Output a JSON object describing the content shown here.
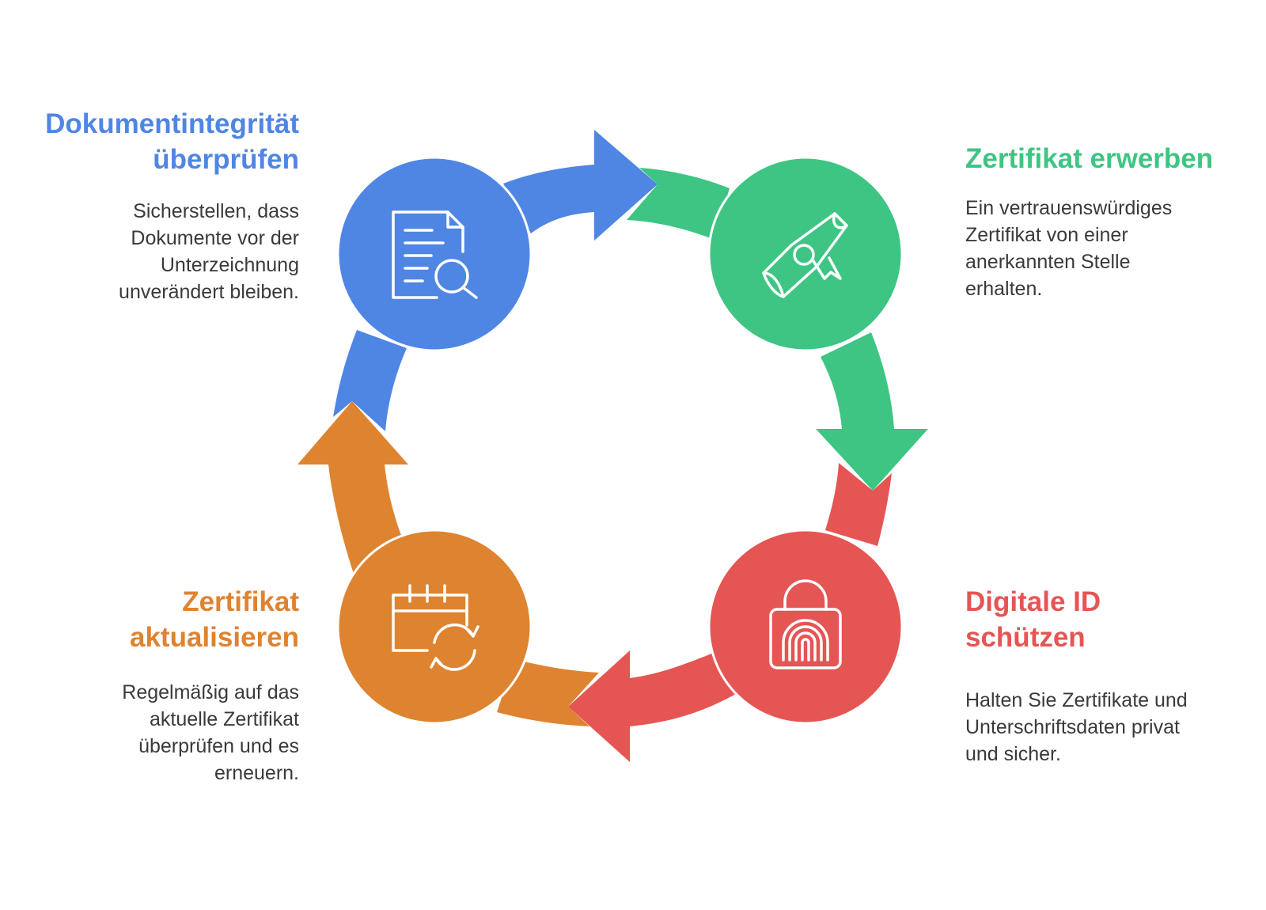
{
  "colors": {
    "blue": "#4F86E3",
    "green": "#3EC583",
    "red": "#E55553",
    "orange": "#DE8330",
    "description_text": "#3a3a3a"
  },
  "steps": [
    {
      "id": "document-integrity",
      "title": "Dokumentintegrität überprüfen",
      "title_lines": [
        "Dokumentintegrität",
        "überprüfen"
      ],
      "description_lines": [
        "Sicherstellen, dass",
        "Dokumente vor der",
        "Unterzeichnung",
        "unverändert bleiben."
      ],
      "color": "#4F86E3",
      "icon": "document-search-icon"
    },
    {
      "id": "acquire-certificate",
      "title": "Zertifikat erwerben",
      "title_lines": [
        "Zertifikat erwerben"
      ],
      "description_lines": [
        "Ein vertrauenswürdiges",
        "Zertifikat von einer",
        "anerkannten Stelle",
        "erhalten."
      ],
      "color": "#3EC583",
      "icon": "diploma-certificate-icon"
    },
    {
      "id": "protect-digital-id",
      "title": "Digitale ID schützen",
      "title_lines": [
        "Digitale ID",
        "schützen"
      ],
      "description_lines": [
        "Halten Sie Zertifikate und",
        "Unterschriftsdaten privat",
        "und sicher."
      ],
      "color": "#E55553",
      "icon": "fingerprint-lock-icon"
    },
    {
      "id": "update-certificate",
      "title": "Zertifikat aktualisieren",
      "title_lines": [
        "Zertifikat",
        "aktualisieren"
      ],
      "description_lines": [
        "Regelmäßig auf das",
        "aktuelle Zertifikat",
        "überprüfen und es",
        "erneuern."
      ],
      "color": "#DE8330",
      "icon": "calendar-refresh-icon"
    }
  ]
}
